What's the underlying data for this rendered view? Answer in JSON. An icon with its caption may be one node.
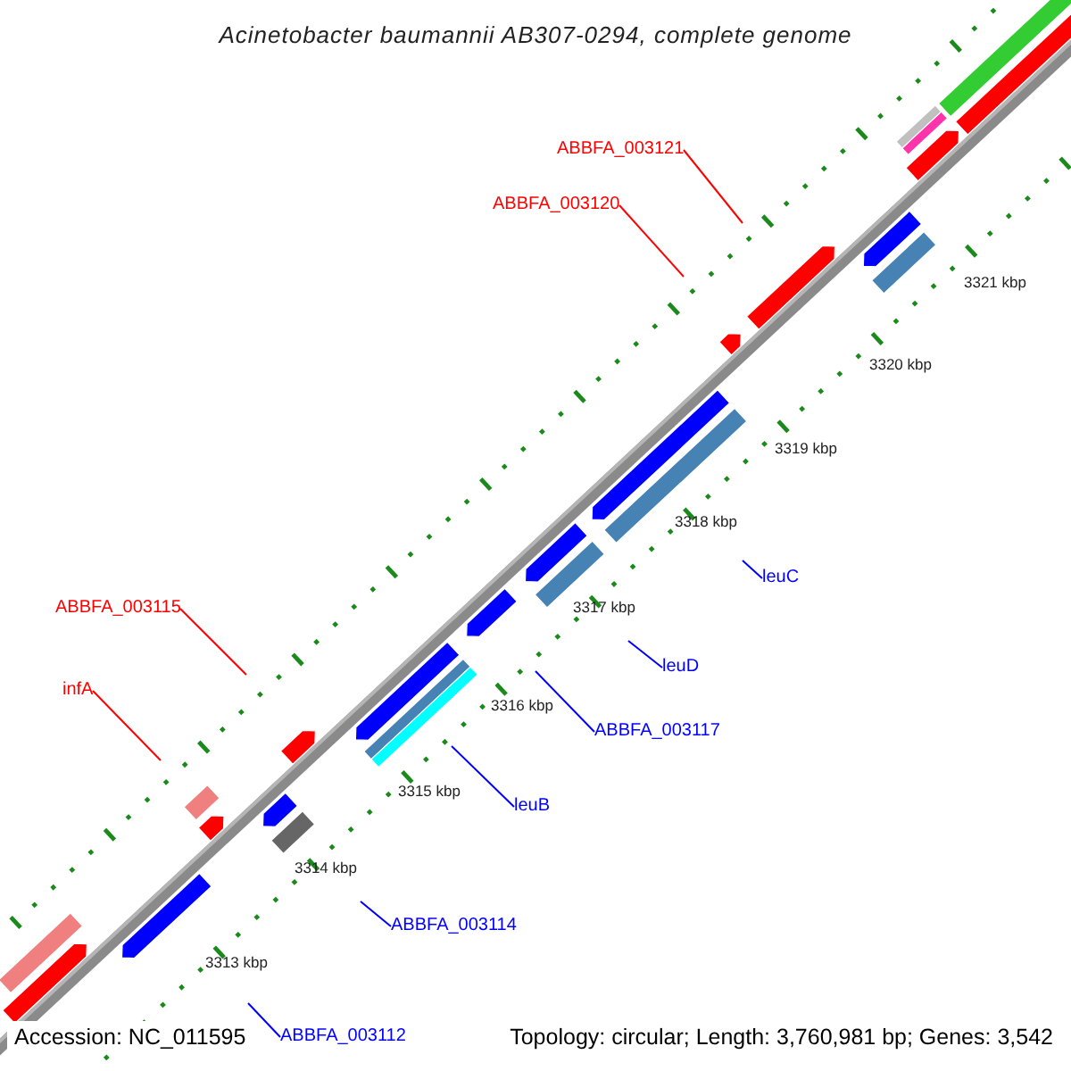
{
  "diagram": {
    "title": "Acinetobacter baumannii AB307-0294, complete genome",
    "nodes": [
      {
        "text": [
          "ABBFA_003121"
        ]
      },
      {
        "text": [
          "ABBFA_003120"
        ]
      },
      {
        "text": [
          "leuC"
        ]
      },
      {
        "text": [
          "ABBFA_003115"
        ]
      },
      {
        "text": [
          "leuD"
        ]
      },
      {
        "text": [
          "infA"
        ]
      },
      {
        "text": [
          "ABBFA_003117"
        ]
      },
      {
        "text": [
          "leuB"
        ]
      },
      {
        "text": [
          "ABBFA_003114"
        ]
      },
      {
        "text": [
          "ABBFA_003112"
        ]
      }
    ],
    "edges": [
      {
        "from": 0,
        "to": null,
        "arrow": "none",
        "color": "#ff0000"
      },
      {
        "from": 1,
        "to": null,
        "arrow": "none",
        "color": "#ff0000"
      },
      {
        "from": 2,
        "to": null,
        "arrow": "none"
      },
      {
        "from": 3,
        "to": null,
        "arrow": "none",
        "color": "#ff0000"
      },
      {
        "from": 4,
        "to": null,
        "arrow": "none"
      },
      {
        "from": 5,
        "to": null,
        "arrow": "none",
        "color": "#ff0000"
      },
      {
        "from": 6,
        "to": null,
        "arrow": "none"
      },
      {
        "from": 7,
        "to": null,
        "arrow": "none"
      },
      {
        "from": 8,
        "to": null,
        "arrow": "none"
      },
      {
        "from": 9,
        "to": null,
        "arrow": "none"
      }
    ],
    "labels": [
      "3321 kbp",
      "3320 kbp",
      "3319 kbp",
      "3318 kbp",
      "3317 kbp",
      "3316 kbp",
      "3315 kbp",
      "3314 kbp",
      "3313 kbp",
      "Accession: NC_011595",
      "Topology: circular; Length: 3,760,981 bp; Genes: 3,542"
    ]
  }
}
